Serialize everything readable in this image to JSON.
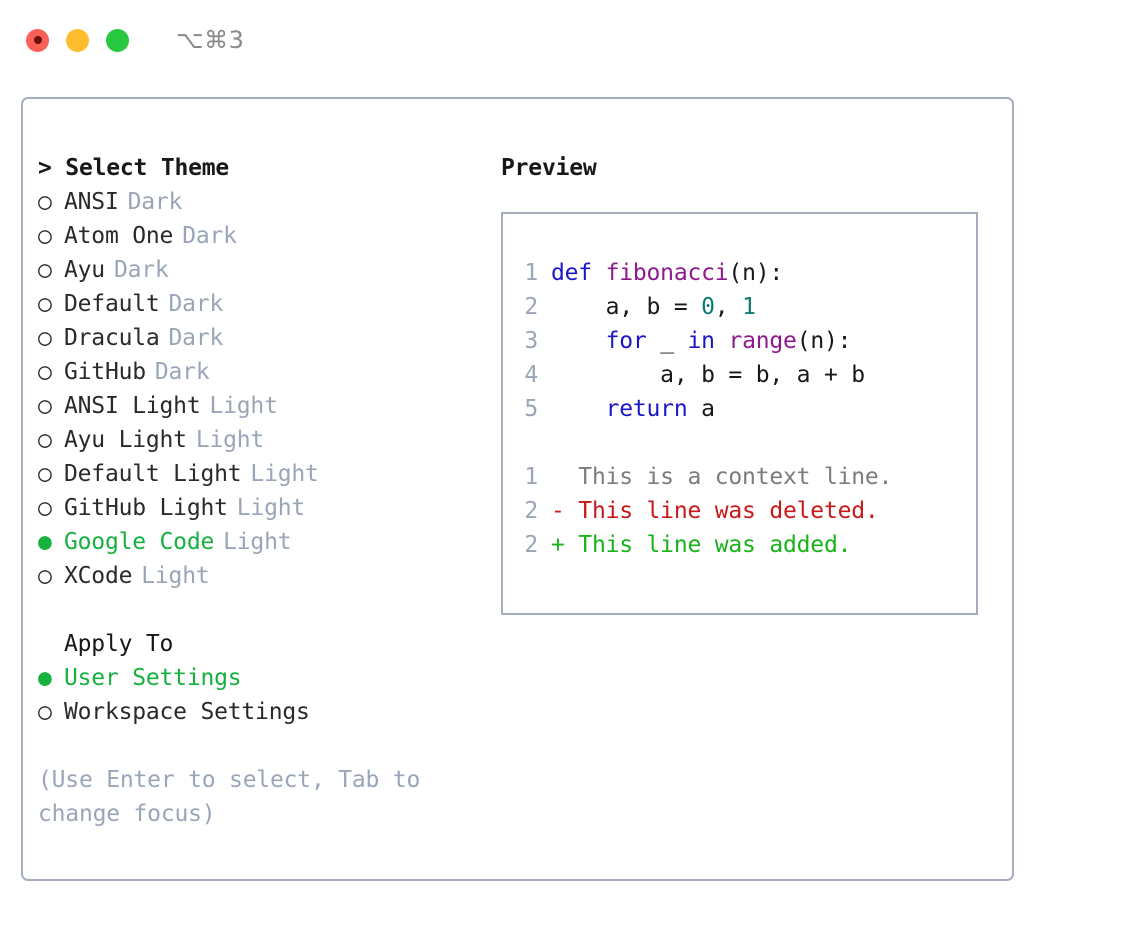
{
  "window": {
    "shortcut": "⌥⌘3",
    "traffic_lights": [
      "close-red",
      "minimize-yellow",
      "maximize-green"
    ],
    "recording_indicator": true
  },
  "theme_picker": {
    "heading": "> Select Theme",
    "options": [
      {
        "marker": "○",
        "label": "ANSI",
        "tag": "Dark",
        "selected": false
      },
      {
        "marker": "○",
        "label": "Atom One",
        "tag": "Dark",
        "selected": false
      },
      {
        "marker": "○",
        "label": "Ayu",
        "tag": "Dark",
        "selected": false
      },
      {
        "marker": "○",
        "label": "Default",
        "tag": "Dark",
        "selected": false
      },
      {
        "marker": "○",
        "label": "Dracula",
        "tag": "Dark",
        "selected": false
      },
      {
        "marker": "○",
        "label": "GitHub",
        "tag": "Dark",
        "selected": false
      },
      {
        "marker": "○",
        "label": "ANSI Light",
        "tag": "Light",
        "selected": false
      },
      {
        "marker": "○",
        "label": "Ayu Light",
        "tag": "Light",
        "selected": false
      },
      {
        "marker": "○",
        "label": "Default Light",
        "tag": "Light",
        "selected": false
      },
      {
        "marker": "○",
        "label": "GitHub Light",
        "tag": "Light",
        "selected": false
      },
      {
        "marker": "●",
        "label": "Google Code",
        "tag": "Light",
        "selected": true
      },
      {
        "marker": "○",
        "label": "XCode",
        "tag": "Light",
        "selected": false
      }
    ]
  },
  "apply_to": {
    "heading": "Apply To",
    "options": [
      {
        "marker": "●",
        "label": "User Settings",
        "selected": true
      },
      {
        "marker": "○",
        "label": "Workspace Settings",
        "selected": false
      }
    ]
  },
  "hint": "(Use Enter to select, Tab to change focus)",
  "preview": {
    "heading": "Preview",
    "code_lines": [
      {
        "num": "1",
        "tokens": [
          {
            "t": "def ",
            "c": "kw"
          },
          {
            "t": "fibonacci",
            "c": "fn"
          },
          {
            "t": "(n):",
            "c": "pl"
          }
        ]
      },
      {
        "num": "2",
        "tokens": [
          {
            "t": "    a, b = ",
            "c": "pl"
          },
          {
            "t": "0",
            "c": "num"
          },
          {
            "t": ", ",
            "c": "pl"
          },
          {
            "t": "1",
            "c": "num"
          }
        ]
      },
      {
        "num": "3",
        "tokens": [
          {
            "t": "    ",
            "c": "pl"
          },
          {
            "t": "for",
            "c": "kw"
          },
          {
            "t": " _ ",
            "c": "pl"
          },
          {
            "t": "in",
            "c": "kw"
          },
          {
            "t": " ",
            "c": "pl"
          },
          {
            "t": "range",
            "c": "fn"
          },
          {
            "t": "(n):",
            "c": "pl"
          }
        ]
      },
      {
        "num": "4",
        "tokens": [
          {
            "t": "        a, b = b, a + b",
            "c": "pl"
          }
        ]
      },
      {
        "num": "5",
        "tokens": [
          {
            "t": "    ",
            "c": "pl"
          },
          {
            "t": "return",
            "c": "kw"
          },
          {
            "t": " a",
            "c": "pl"
          }
        ]
      }
    ],
    "diff_lines": [
      {
        "num": "1",
        "text": "  This is a context line.",
        "kind": "ctx"
      },
      {
        "num": "2",
        "text": "- This line was deleted.",
        "kind": "del"
      },
      {
        "num": "2",
        "text": "+ This line was added.",
        "kind": "add"
      }
    ]
  },
  "colors": {
    "accent_green": "#16b13f",
    "border": "#a3adbe",
    "muted_text": "#9aa5b7",
    "keyword": "#1b17c9",
    "function": "#8d1b8d",
    "number": "#0e7a74",
    "plain": "#18181b",
    "diff_context": "#7b7b80",
    "diff_deleted": "#c81919",
    "diff_added": "#17b318",
    "light_red": "#fb6058",
    "light_yellow": "#fdbd2e",
    "light_green": "#28c840"
  }
}
